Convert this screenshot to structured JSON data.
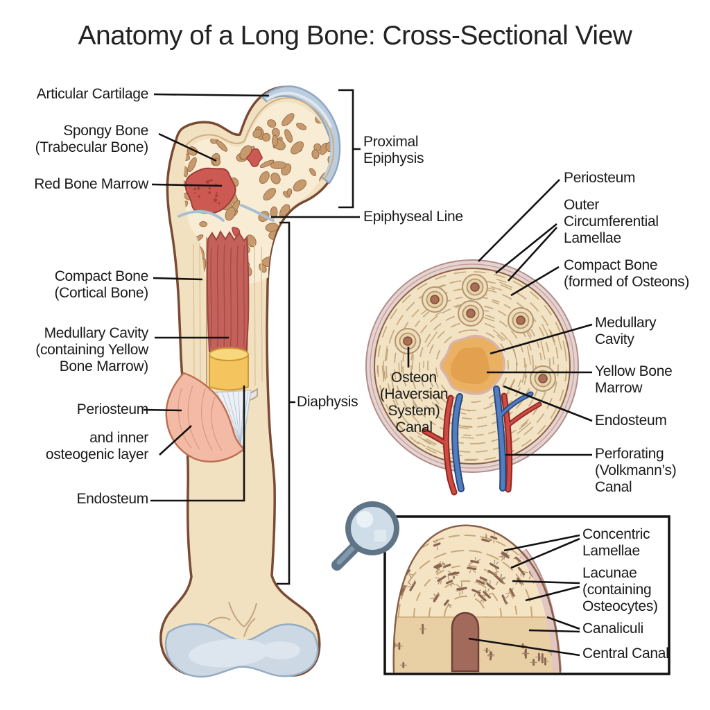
{
  "title": "Anatomy of a Long Bone: Cross-Sectional View",
  "long_bone": {
    "labels": {
      "articular_cartilage": "Articular Cartilage",
      "spongy_bone": "Spongy Bone\n(Trabecular Bone)",
      "red_bone_marrow": "Red Bone Marrow",
      "compact_bone": "Compact Bone\n(Cortical Bone)",
      "medullary_cavity": "Medullary Cavity\n(containing Yellow\nBone Marrow)",
      "periosteum": "Periosteum",
      "inner_osteogenic": "and inner\nosteogenic layer",
      "endosteum": "Endosteum",
      "proximal_epiphysis": "Proximal\nEpiphysis",
      "epiphyseal_line": "Epiphyseal Line",
      "diaphysis": "Diaphysis"
    }
  },
  "cross_section": {
    "labels": {
      "periosteum": "Periosteum",
      "outer_circumferential_lamellae": "Outer\nCircumferential\nLamellae",
      "compact_bone": "Compact Bone\n(formed of Osteons)",
      "medullary_cavity": "Medullary\nCavity",
      "yellow_bone_marrow": "Yellow Bone\nMarrow",
      "endosteum": "Endosteum",
      "perforating_canal": "Perforating\n(Volkmann’s)\nCanal",
      "osteon_canal": "Osteon\n(Haversian\nSystem)\nCanal"
    }
  },
  "magnified_view": {
    "icon": "magnifier-icon",
    "labels": {
      "concentric_lamellae": "Concentric\nLamellae",
      "lacunae": "Lacunae\n(containing\nOsteocytes)",
      "canaliculi": "Canaliculi",
      "central_canal": "Central Canal"
    }
  },
  "colors": {
    "background": "#ffffff",
    "text": "#1a1a1a",
    "leader_line": "#111111",
    "bone_cream": "#f1e1c1",
    "bone_outline": "#7a4a33",
    "spongy_tan": "#c79a6e",
    "spongy_tan_edge": "#9a6f47",
    "cartilage_blue": "#bccddf",
    "red_marrow": "#cc5a53",
    "medullary_red": "#c4615b",
    "yellow_marrow": "#f4c45f",
    "periosteum_pink": "#f3bba5",
    "fibrous_white": "#edf1f6",
    "cs_interior": "#f2e3c5",
    "cs_rim": "#e6d3cf",
    "cavity_orange": "#ebb162",
    "vessel_red": "#cf4a42",
    "vessel_blue": "#537dc0",
    "canal_brown": "#a26a5b",
    "magnifier_grey": "#5f7487",
    "lens_blue": "#cfdde9"
  }
}
